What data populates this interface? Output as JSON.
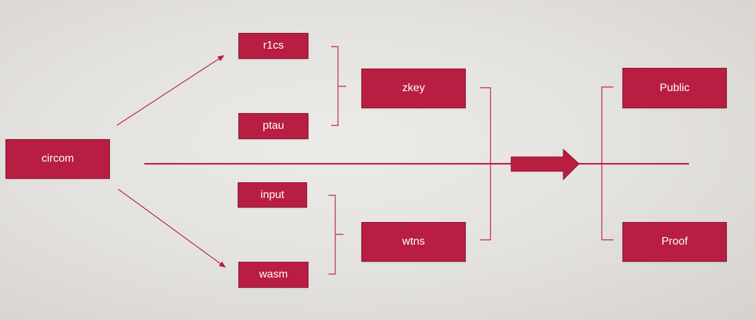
{
  "colors": {
    "node_fill": "#b71e42",
    "node_text": "#ffffff",
    "connector": "#b71e42",
    "background": "#e8e6e3"
  },
  "nodes": {
    "circom": "circom",
    "r1cs": "r1cs",
    "ptau": "ptau",
    "input": "input",
    "wasm": "wasm",
    "zkey": "zkey",
    "wtns": "wtns",
    "public": "Public",
    "proof": "Proof"
  }
}
